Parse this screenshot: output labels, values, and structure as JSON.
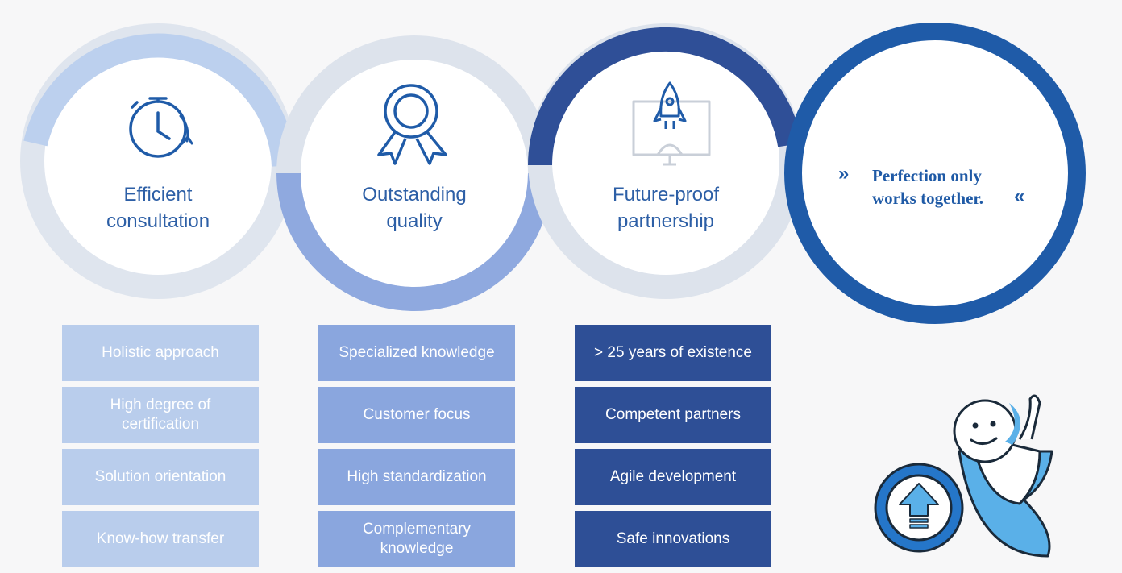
{
  "circles": [
    {
      "label_line1": "Efficient",
      "label_line2": "consultation",
      "icon": "stopwatch-icon"
    },
    {
      "label_line1": "Outstanding",
      "label_line2": "quality",
      "icon": "award-ribbon-icon"
    },
    {
      "label_line1": "Future-proof",
      "label_line2": "partnership",
      "icon": "rocket-monitor-icon"
    }
  ],
  "tagline": {
    "line1": "Perfection only",
    "line2": "works together.",
    "open_chevron": "»",
    "close_chevron": "«"
  },
  "columns": [
    {
      "items": [
        "Holistic approach",
        "High degree of certification",
        "Solution orientation",
        "Know-how transfer"
      ]
    },
    {
      "items": [
        "Specialized knowledge",
        "Customer focus",
        "High standardization",
        "Complementary knowledge"
      ]
    },
    {
      "items": [
        "> 25 years of existence",
        "Competent partners",
        "Agile development",
        "Safe innovations"
      ]
    }
  ],
  "colors": {
    "circle1": "#bcd0ee",
    "circle2": "#8fa9df",
    "circle3": "#2f4f97",
    "circle4": "#1f5ba8",
    "text_blue": "#2d5fa6"
  },
  "mascot": {
    "icon": "mascot-upload-icon"
  }
}
